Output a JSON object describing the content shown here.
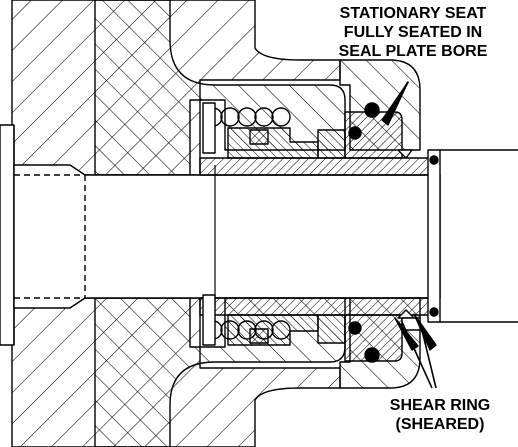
{
  "callouts": {
    "stationary_seat": {
      "lines": [
        "STATIONARY SEAT",
        "FULLY SEATED IN",
        "SEAL PLATE BORE"
      ]
    },
    "shear_ring": {
      "lines": [
        "SHEAR RING",
        "(SHEARED)"
      ]
    }
  },
  "colors": {
    "ink": "#000000",
    "paper": "#ffffff"
  }
}
